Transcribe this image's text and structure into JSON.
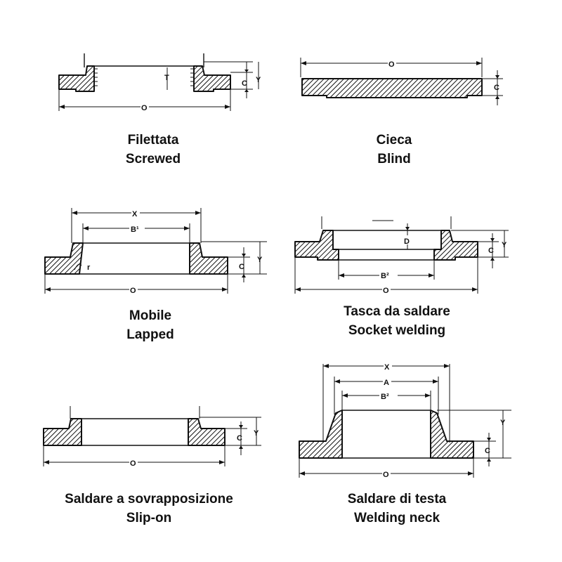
{
  "panels": [
    {
      "id": "screwed",
      "caption_it": "Filettata",
      "caption_en": "Screwed",
      "dims": {
        "o": "O",
        "c": "C",
        "y": "Y",
        "t": "T"
      }
    },
    {
      "id": "blind",
      "caption_it": "Cieca",
      "caption_en": "Blind",
      "dims": {
        "o": "O",
        "c": "C"
      }
    },
    {
      "id": "lapped",
      "caption_it": "Mobile",
      "caption_en": "Lapped",
      "dims": {
        "x": "X",
        "b1": "B¹",
        "r": "r",
        "c": "C",
        "y": "Y",
        "o": "O"
      }
    },
    {
      "id": "socket-welding",
      "caption_it": "Tasca da saldare",
      "caption_en": "Socket welding",
      "dims": {
        "d": "D",
        "b2": "B²",
        "c": "C",
        "y": "Y",
        "o": "O"
      }
    },
    {
      "id": "slip-on",
      "caption_it": "Saldare a sovrapposizione",
      "caption_en": "Slip-on",
      "dims": {
        "c": "C",
        "y": "Y",
        "o": "O"
      }
    },
    {
      "id": "welding-neck",
      "caption_it": "Saldare di testa",
      "caption_en": "Welding neck",
      "dims": {
        "x": "X",
        "a": "A",
        "b2": "B²",
        "y": "Y",
        "c": "C",
        "o": "O"
      }
    }
  ]
}
